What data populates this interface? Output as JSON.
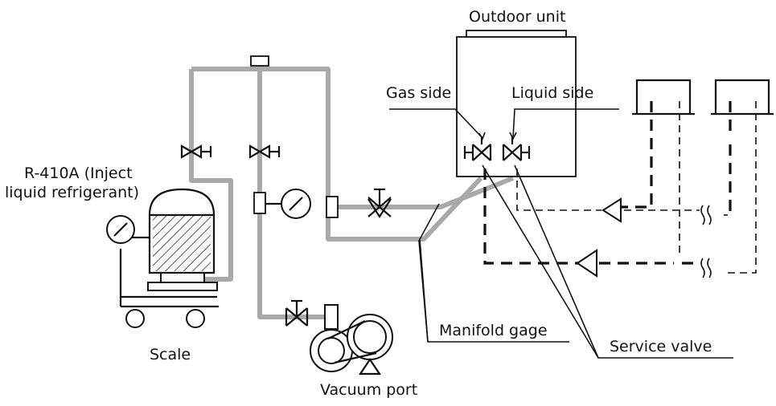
{
  "labels": {
    "outdoor_unit": "Outdoor unit",
    "gas_side": "Gas side",
    "liquid_side": "Liquid side",
    "refrigerant_line1": "R-410A (Inject",
    "refrigerant_line2": "liquid refrigerant)",
    "scale": "Scale",
    "manifold_gage": "Manifold gage",
    "service_valve": "Service valve",
    "vacuum_port": "Vacuum port"
  },
  "icons": [
    "gauge-icon",
    "valve-icon",
    "vacuum-pump-icon",
    "refrigerant-cylinder-icon",
    "scale-cart-icon",
    "arrow-icon",
    "pipe-break-icon"
  ],
  "colors": {
    "pipe": "#a9a9a9",
    "line": "#111111",
    "background": "#ffffff"
  }
}
